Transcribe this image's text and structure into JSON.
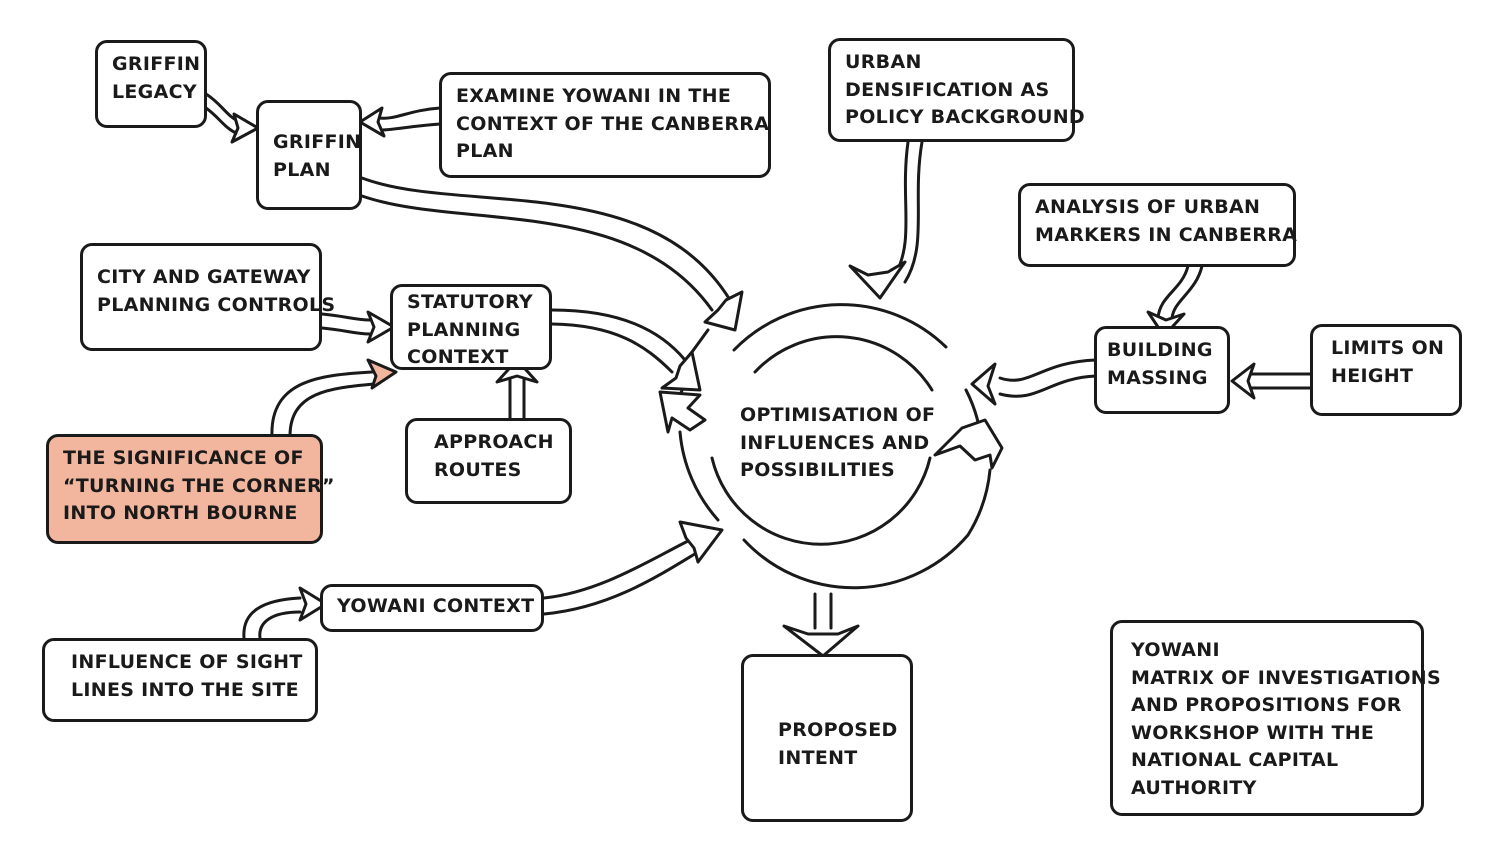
{
  "colors": {
    "ink": "#1a1a1a",
    "background": "#ffffff",
    "box": "#ffffff",
    "highlight": "#f2b59e"
  },
  "nodes": {
    "griffin_legacy": "GRIFFIN\nLEGACY",
    "griffin_plan": "GRIFFIN\nPLAN",
    "examine_yowani": "EXAMINE YOWANI IN THE\nCONTEXT OF THE CANBERRA\nPLAN",
    "urban_densification": "URBAN\nDENSIFICATION AS\nPOLICY BACKGROUND",
    "analysis_markers": "ANALYSIS OF URBAN\nMARKERS IN CANBERRA",
    "city_gateway": "CITY AND GATEWAY\nPLANNING CONTROLS",
    "statutory_planning": "STATUTORY\nPLANNING\nCONTEXT",
    "building_massing": "BUILDING\nMASSING",
    "limits_height": "LIMITS ON\nHEIGHT",
    "approach_routes": "APPROACH\nROUTES",
    "turning_corner": "THE SIGNIFICANCE OF\n“TURNING THE CORNER”\nINTO NORTH BOURNE",
    "yowani_context": "YOWANI CONTEXT",
    "sight_lines": "INFLUENCE OF SIGHT\nLINES INTO THE SITE",
    "proposed_intent": "PROPOSED\nINTENT",
    "matrix_note": "YOWANI\nMATRIX OF INVESTIGATIONS\nAND PROPOSITIONS FOR\nWORKSHOP WITH THE\nNATIONAL CAPITAL\nAUTHORITY"
  },
  "center": {
    "label": "OPTIMISATION OF\nINFLUENCES AND\nPOSSIBILITIES"
  },
  "edges": [
    {
      "from": "GRIFFIN LEGACY",
      "to": "GRIFFIN PLAN"
    },
    {
      "from": "EXAMINE YOWANI IN THE CONTEXT OF THE CANBERRA PLAN",
      "to": "GRIFFIN PLAN"
    },
    {
      "from": "GRIFFIN PLAN",
      "to": "OPTIMISATION OF INFLUENCES AND POSSIBILITIES"
    },
    {
      "from": "URBAN DENSIFICATION AS POLICY BACKGROUND",
      "to": "OPTIMISATION OF INFLUENCES AND POSSIBILITIES"
    },
    {
      "from": "CITY AND GATEWAY PLANNING CONTROLS",
      "to": "STATUTORY PLANNING CONTEXT"
    },
    {
      "from": "THE SIGNIFICANCE OF “TURNING THE CORNER” INTO NORTH BOURNE",
      "to": "STATUTORY PLANNING CONTEXT"
    },
    {
      "from": "APPROACH ROUTES",
      "to": "STATUTORY PLANNING CONTEXT"
    },
    {
      "from": "STATUTORY PLANNING CONTEXT",
      "to": "OPTIMISATION OF INFLUENCES AND POSSIBILITIES"
    },
    {
      "from": "ANALYSIS OF URBAN MARKERS IN CANBERRA",
      "to": "BUILDING MASSING"
    },
    {
      "from": "LIMITS ON HEIGHT",
      "to": "BUILDING MASSING"
    },
    {
      "from": "BUILDING MASSING",
      "to": "OPTIMISATION OF INFLUENCES AND POSSIBILITIES"
    },
    {
      "from": "INFLUENCE OF SIGHT LINES INTO THE SITE",
      "to": "YOWANI CONTEXT"
    },
    {
      "from": "YOWANI CONTEXT",
      "to": "OPTIMISATION OF INFLUENCES AND POSSIBILITIES"
    },
    {
      "from": "OPTIMISATION OF INFLUENCES AND POSSIBILITIES",
      "to": "PROPOSED INTENT"
    }
  ]
}
